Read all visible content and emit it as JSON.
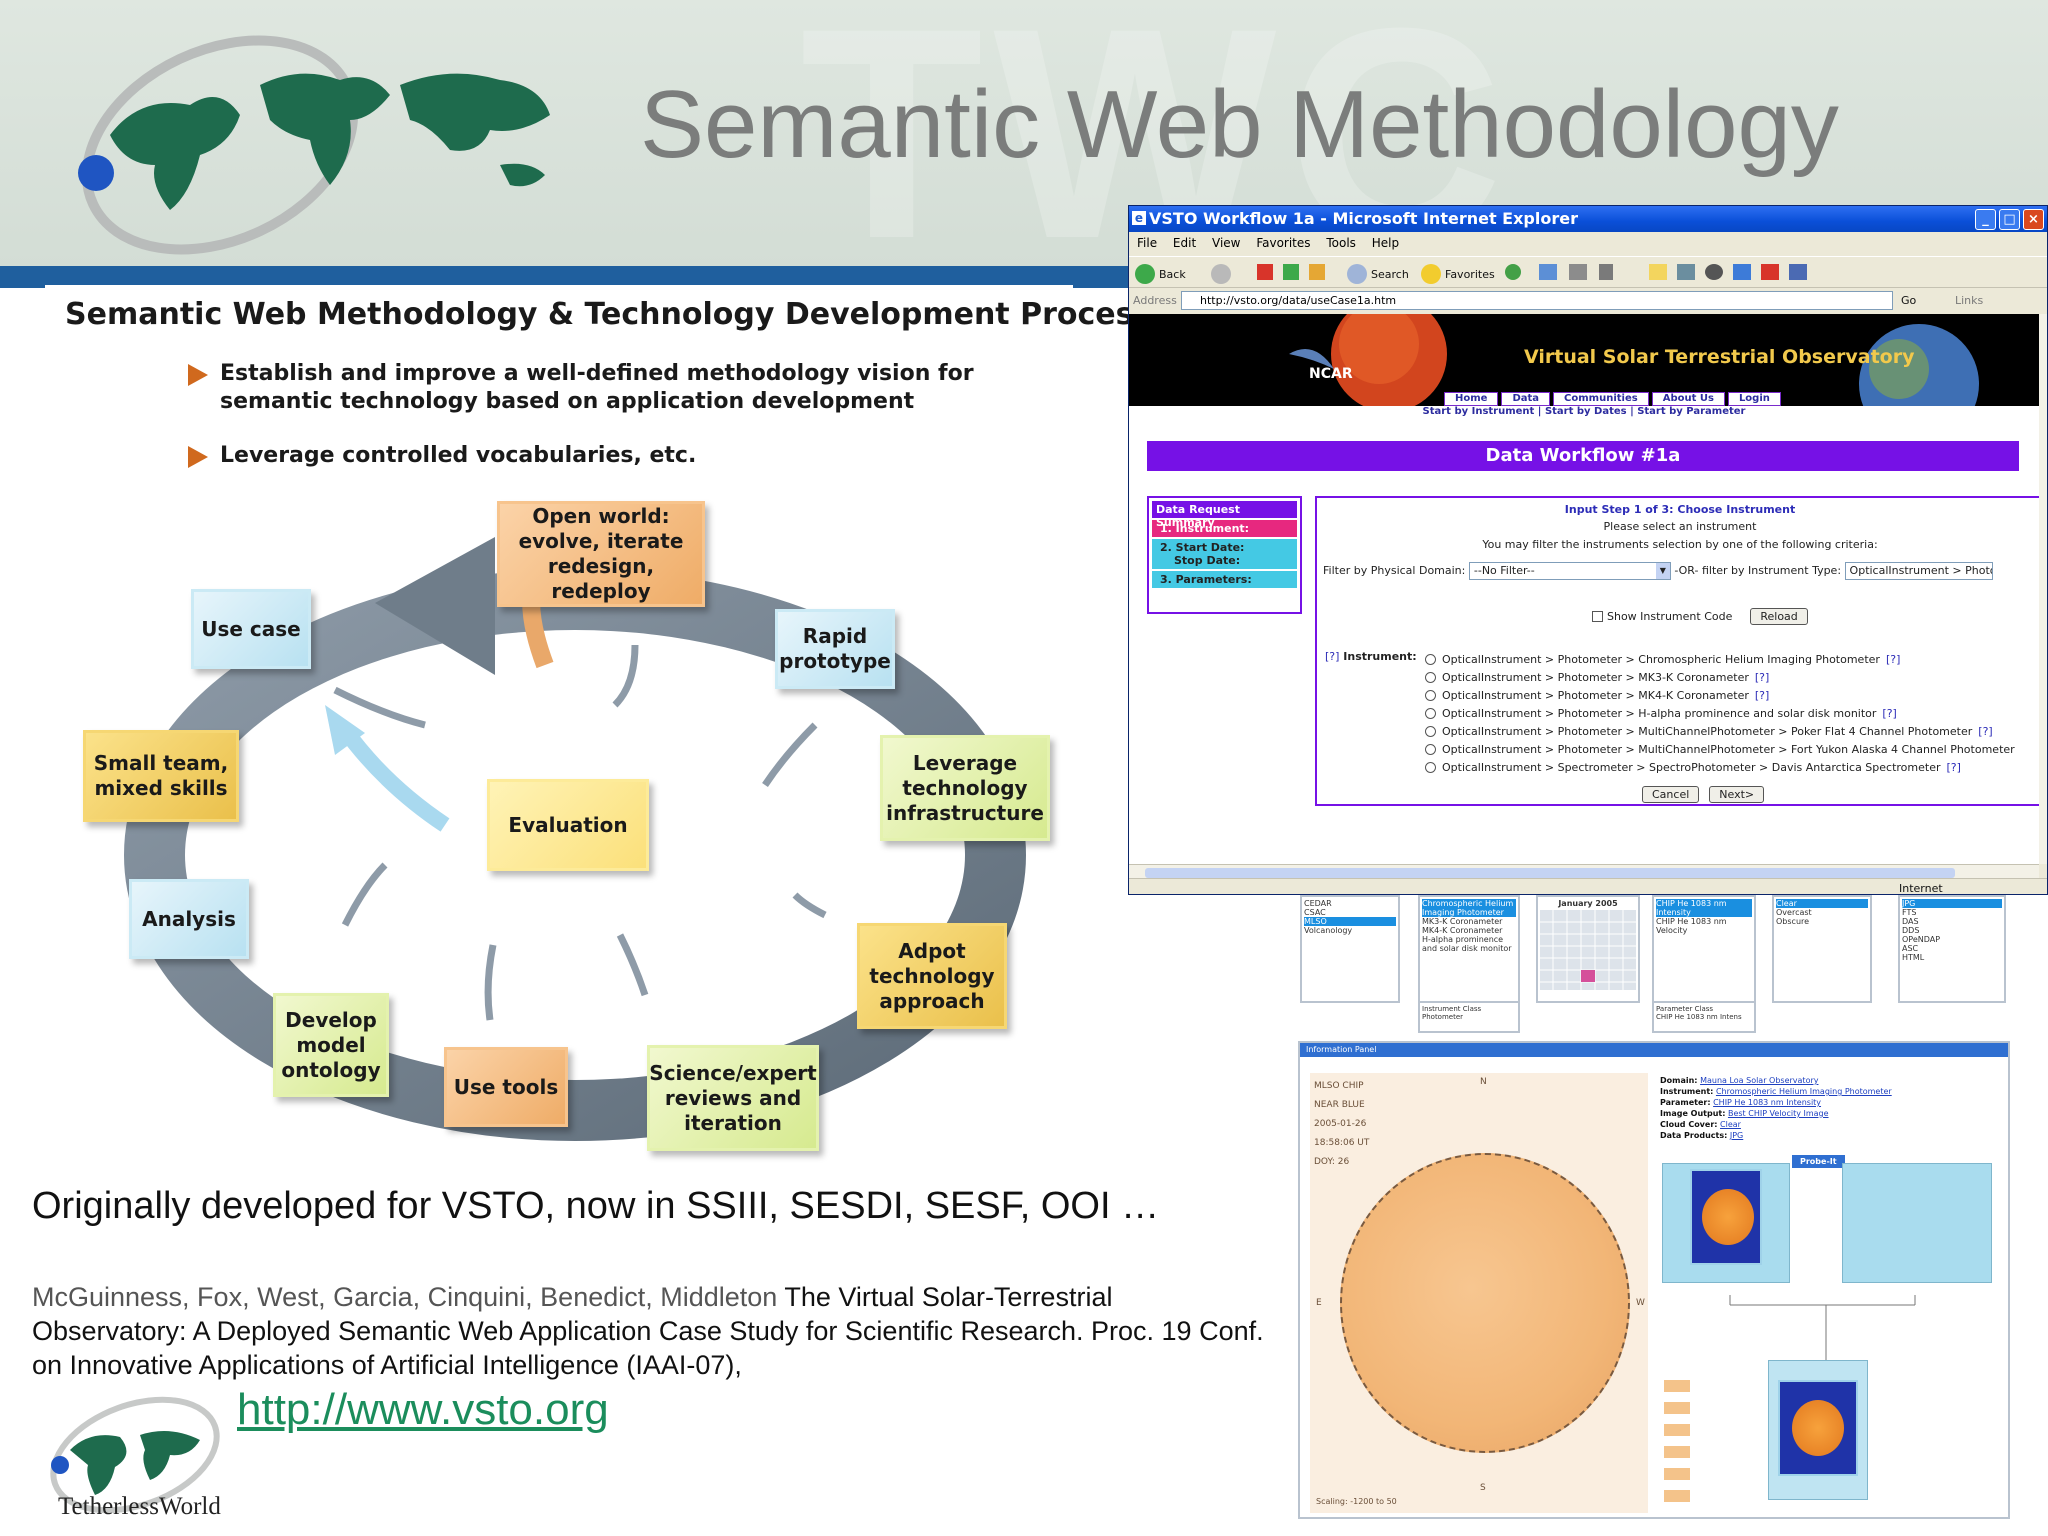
{
  "slide": {
    "title": "Semantic Web Methodology",
    "watermark": "TWC"
  },
  "diagram": {
    "title": "Semantic Web Methodology & Technology Development Process",
    "bullets": [
      "Establish and improve a well-defined methodology vision for semantic technology based on application development",
      "Leverage controlled vocabularies, etc."
    ],
    "boxes": {
      "open_world": "Open world: evolve, iterate redesign, redeploy",
      "use_case": "Use case",
      "rapid_prototype": "Rapid prototype",
      "small_team": "Small team, mixed skills",
      "leverage_tech": "Leverage technology infrastructure",
      "evaluation": "Evaluation",
      "analysis": "Analysis",
      "adopt_tech": "Adpot technology approach",
      "develop_model": "Develop model ontology",
      "use_tools": "Use tools",
      "science_review": "Science/expert reviews and iteration"
    }
  },
  "footer": {
    "originally": "Originally developed for VSTO, now in SSIII, SESDI, SESF, OOI …",
    "citation_authors": "McGuinness, Fox, West, Garcia, Cinquini,  Benedict, Middleton",
    "citation_text": "The Virtual Solar-Terrestrial Observatory: A Deployed Semantic Web Application Case Study for Scientific Research. Proc. 19 Conf. on Innovative Applications of Artificial Intelligence (IAAI-07),",
    "link": "http://www.vsto.org",
    "logo_text": "TetherlessWorld"
  },
  "browser": {
    "title": "VSTO Workflow 1a - Microsoft Internet Explorer",
    "menu": [
      "File",
      "Edit",
      "View",
      "Favorites",
      "Tools",
      "Help"
    ],
    "toolbar": {
      "back": "Back",
      "search": "Search",
      "favorites": "Favorites"
    },
    "address_label": "Address",
    "address": "http://vsto.org/data/useCase1a.htm",
    "go": "Go",
    "links": "Links",
    "status_zone": "Internet",
    "page": {
      "ncar": "NCAR",
      "site_name": "Virtual Solar Terrestrial Observatory",
      "nav": [
        "Home",
        "Data",
        "Communities",
        "About Us",
        "Login"
      ],
      "subnav": "Start by Instrument | Start by Dates | Start by Parameter",
      "workflow_title": "Data Workflow #1a",
      "summary": {
        "head": "Data Request Summary",
        "instrument": "1. Instrument:",
        "start_date": "2. Start Date:",
        "stop_date": "Stop Date:",
        "parameters": "3. Parameters:"
      },
      "step": {
        "title": "Input Step 1 of 3: Choose Instrument",
        "please": "Please select an instrument",
        "filter_hint": "You may filter the instruments selection by one of the following criteria:",
        "filter_domain_label": "Filter by Physical Domain:",
        "filter_domain_value": "--No Filter--",
        "or_label": "-OR- filter by Instrument Type:",
        "type_value": "OpticalInstrument > Photometer",
        "show_code": "Show Instrument Code",
        "reload": "Reload",
        "help_mark": "[?]",
        "instrument_label": "Instrument:",
        "instruments": [
          "OpticalInstrument > Photometer > Chromospheric Helium Imaging Photometer",
          "OpticalInstrument > Photometer > MK3-K Coronameter",
          "OpticalInstrument > Photometer > MK4-K Coronameter",
          "OpticalInstrument > Photometer > H-alpha prominence and solar disk monitor",
          "OpticalInstrument > Photometer > MultiChannelPhotometer > Poker Flat 4 Channel Photometer",
          "OpticalInstrument > Photometer > MultiChannelPhotometer > Fort Yukon Alaska 4 Channel Photometer",
          "OpticalInstrument > Spectrometer > SpectroPhotometer > Davis Antarctica Spectrometer"
        ],
        "cancel": "Cancel",
        "next": "Next>"
      }
    }
  },
  "lower": {
    "lists": {
      "sites": [
        "CEDAR",
        "CSAC",
        "MLSO",
        "Volcanology"
      ],
      "instruments": [
        "Chromospheric Helium Imaging Photometer",
        "MK3-K Coronameter",
        "MK4-K Coronameter",
        "H-alpha prominence and solar disk monitor"
      ],
      "instrument_class": "Instrument Class",
      "instrument_class_value": "Photometer",
      "calendar_title": "January 2005",
      "params": [
        "CHIP He 1083 nm Intensity",
        "CHIP He 1083 nm Velocity"
      ],
      "param_class": "Parameter Class",
      "param_class_value": "CHIP He 1083 nm Intens",
      "sky": [
        "Clear",
        "Overcast",
        "Obscure"
      ],
      "formats": [
        "JPG",
        "FTS",
        "DAS",
        "DDS",
        "OPeNDAP",
        "ASC",
        "HTML"
      ]
    },
    "info_panel": {
      "head": "Information Panel",
      "meta": [
        "MLSO CHIP",
        "NEAR BLUE",
        "2005-01-26",
        "18:58:06 UT",
        "DOY: 26"
      ],
      "dir_n": "N",
      "dir_s": "S",
      "dir_e": "E",
      "dir_w": "W",
      "scaling": "Scaling: -1200 to 50",
      "domain_k": "Domain:",
      "domain_v": "Mauna Loa Solar Observatory",
      "instrument_k": "Instrument:",
      "instrument_v": "Chromospheric Helium Imaging Photometer",
      "parameter_k": "Parameter:",
      "parameter_v": "CHIP He 1083 nm Intensity",
      "image_k": "Image Output:",
      "image_v": "Best CHIP Velocity Image",
      "cloud_k": "Cloud Cover:",
      "cloud_v": "Clear",
      "products_k": "Data Products:",
      "products_v": "JPG",
      "probe": "Probe-It"
    }
  }
}
